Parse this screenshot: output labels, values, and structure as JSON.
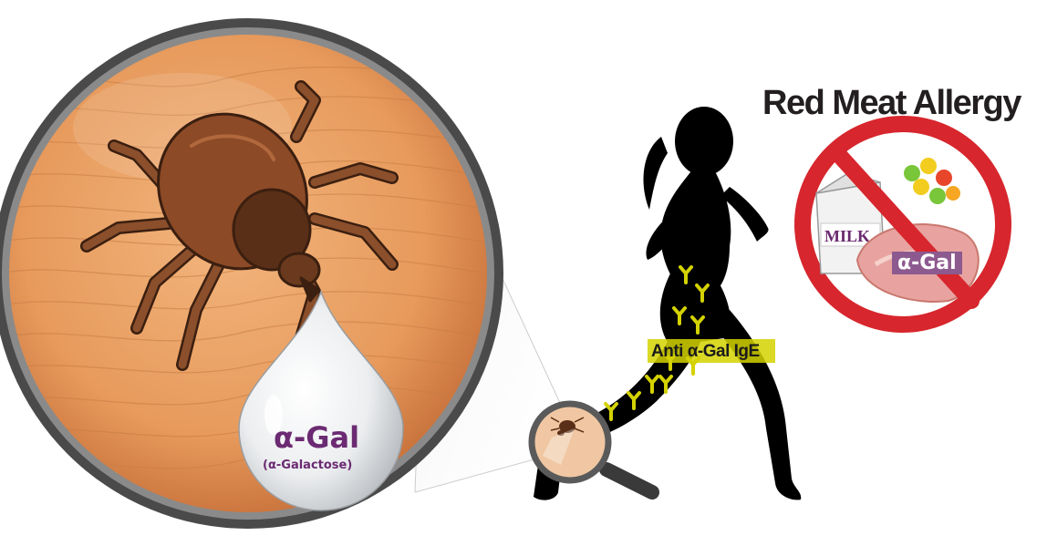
{
  "title": "Red Meat Allergy",
  "drop": {
    "name": "α-Gal",
    "full_name": "(α-Galactose)"
  },
  "antibody_label": "Anti α-Gal IgE",
  "food": {
    "carton_text": "MILK",
    "label": "α-Gal"
  },
  "colors": {
    "skin": "#e8a066",
    "tick_body": "#7a4427",
    "ban_sign": "#d7262d",
    "alpha_gal_text": "#6b2a72",
    "antibody": "#d4d200",
    "silhouette": "#000000"
  },
  "icons": [
    "tick-icon",
    "droplet-icon",
    "magnifier-icon",
    "runner-silhouette",
    "antibody-icon",
    "prohibition-icon",
    "milk-carton-icon",
    "meat-icon",
    "gummy-candy-icon"
  ]
}
